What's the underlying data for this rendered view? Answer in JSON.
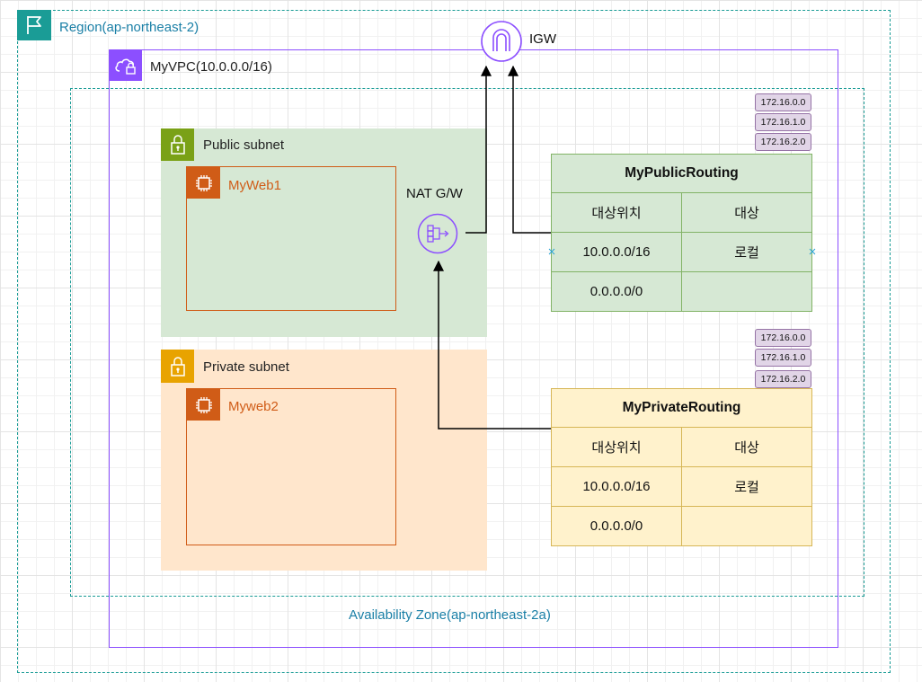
{
  "region": {
    "label": "Region(ap-northeast-2)",
    "icon": "flag-icon"
  },
  "vpc": {
    "label": "MyVPC(10.0.0.0/16)",
    "icon": "vpc-cloud-lock-icon"
  },
  "availability_zone": {
    "label": "Availability Zone(ap-northeast-2a)"
  },
  "public_subnet": {
    "label": "Public subnet",
    "icon": "padlock-icon",
    "instance": {
      "label": "MyWeb1",
      "icon": "ec2-chip-icon"
    }
  },
  "private_subnet": {
    "label": "Private subnet",
    "icon": "padlock-icon",
    "instance": {
      "label": "Myweb2",
      "icon": "ec2-chip-icon"
    }
  },
  "nat": {
    "label": "NAT G/W",
    "icon": "nat-gateway-icon"
  },
  "igw": {
    "label": "IGW",
    "icon": "internet-gateway-icon"
  },
  "public_routing": {
    "title": "MyPublicRouting",
    "header": [
      "대상위치",
      "대상"
    ],
    "rows": [
      [
        "10.0.0.0/16",
        "로컬"
      ],
      [
        "0.0.0.0/0",
        ""
      ]
    ],
    "tags": [
      "172.16.0.0",
      "172.16.1.0",
      "172.16.2.0"
    ],
    "fill": "#d6e8d4",
    "stroke": "#82b366"
  },
  "private_routing": {
    "title": "MyPrivateRouting",
    "header": [
      "대상위치",
      "대상"
    ],
    "rows": [
      [
        "10.0.0.0/16",
        "로컬"
      ],
      [
        "0.0.0.0/0",
        ""
      ]
    ],
    "tags": [
      "172.16.0.0",
      "172.16.1.0",
      "172.16.2.0"
    ],
    "fill": "#fff2cc",
    "stroke": "#d6b656"
  },
  "colors": {
    "region": "#1a9c96",
    "vpc": "#8c4fff",
    "public_subnet": "#d6e8d4",
    "private_subnet": "#ffe6cc",
    "instance": "#d05c17",
    "gateway": "#8c4fff"
  }
}
